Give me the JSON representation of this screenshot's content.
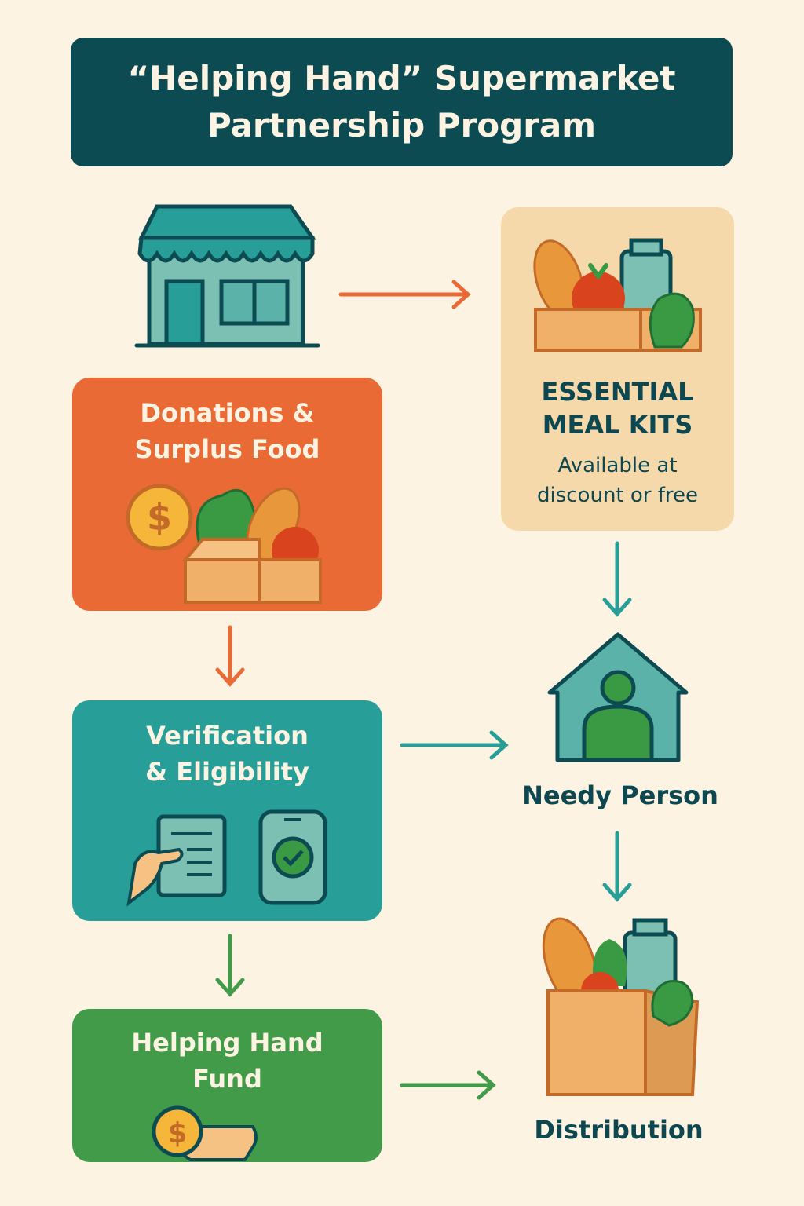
{
  "title": {
    "line1": "“Helping Hand” Supermarket",
    "line2": "Partnership Program"
  },
  "donations": {
    "line1": "Donations &",
    "line2": "Surplus Food"
  },
  "meal_kits": {
    "line1": "ESSENTIAL",
    "line2": "MEAL KITS",
    "sub1": "Available at",
    "sub2": "discount or free"
  },
  "verification": {
    "line1": "Verification",
    "line2": "& Eligibility"
  },
  "fund": {
    "line1": "Helping Hand",
    "line2": "Fund"
  },
  "needy_person": "Needy Person",
  "distribution": "Distribution",
  "colors": {
    "title": "#0d4b53",
    "orange": "#e96a35",
    "teal": "#279e98",
    "green": "#419b48",
    "beige": "#f5d9aa",
    "background": "#fdf3e3"
  }
}
